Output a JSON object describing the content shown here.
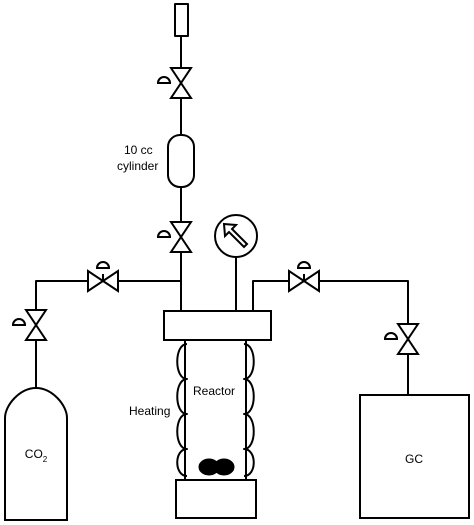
{
  "labels": {
    "cylinder_line1": "10 cc",
    "cylinder_line2": "cylinder",
    "reactor": "Reactor",
    "heating": "Heating",
    "co2_main": "CO",
    "co2_sub": "2",
    "gc": "GC"
  }
}
